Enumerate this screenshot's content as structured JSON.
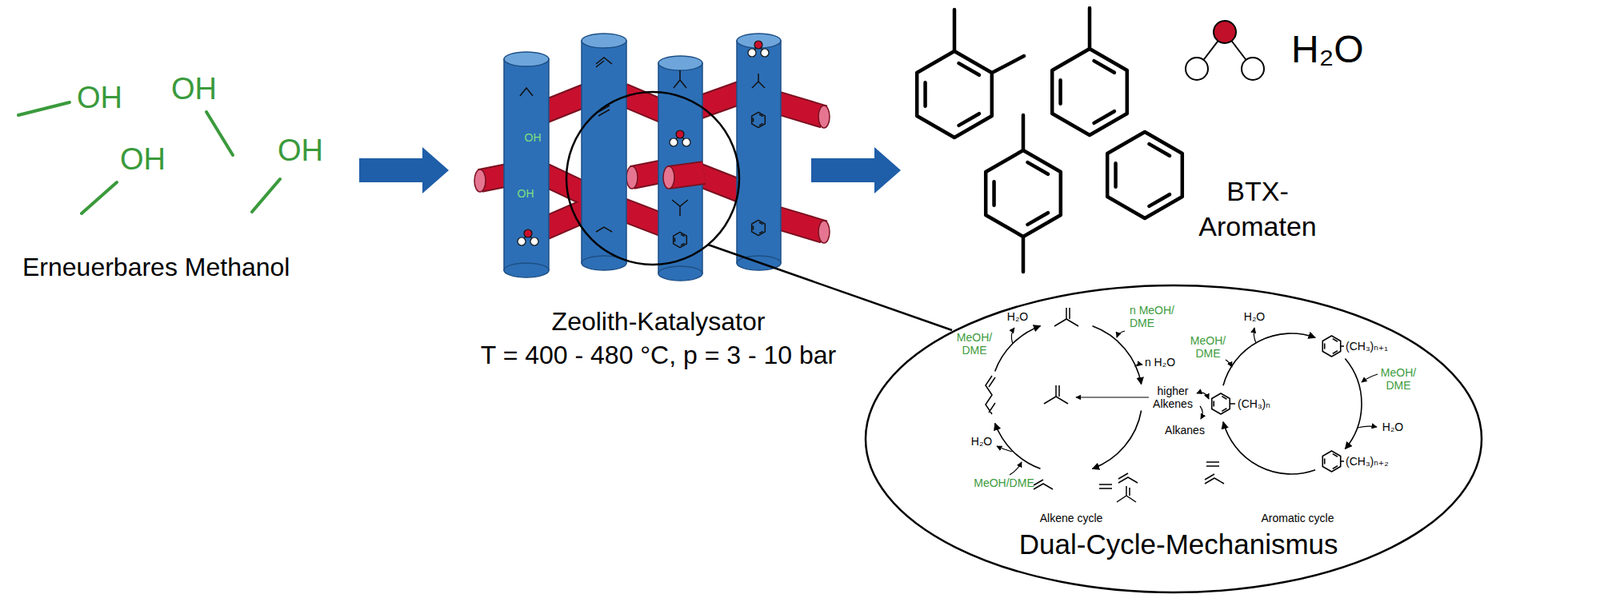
{
  "diagram": {
    "nodes": [
      {
        "text": [
          "Dual-Cycle-Mechanismus"
        ]
      }
    ],
    "labels": [
      "OH",
      "OH",
      "OH",
      "OH",
      "Erneuerbares Methanol",
      "OH",
      "OH",
      "Zeolith-Katalysator",
      "T = 400 - 480 °C, p = 3 - 10 bar",
      "H₂O",
      "BTX- Aromaten",
      "H₂O",
      "MeOH/ DME",
      "n MeOH/ DME",
      "n H₂O",
      "higher Alkenes",
      "Alkanes",
      "H₂O",
      "MeOH/DME",
      "Alkene cycle",
      "H₂O",
      "MeOH/ DME",
      "(CH₃)ₙ₊₁",
      "MeOH/ DME",
      "H₂O",
      "(CH₃)ₙ",
      "(CH₃)ₙ₊₂",
      "Aromatic cycle"
    ]
  }
}
